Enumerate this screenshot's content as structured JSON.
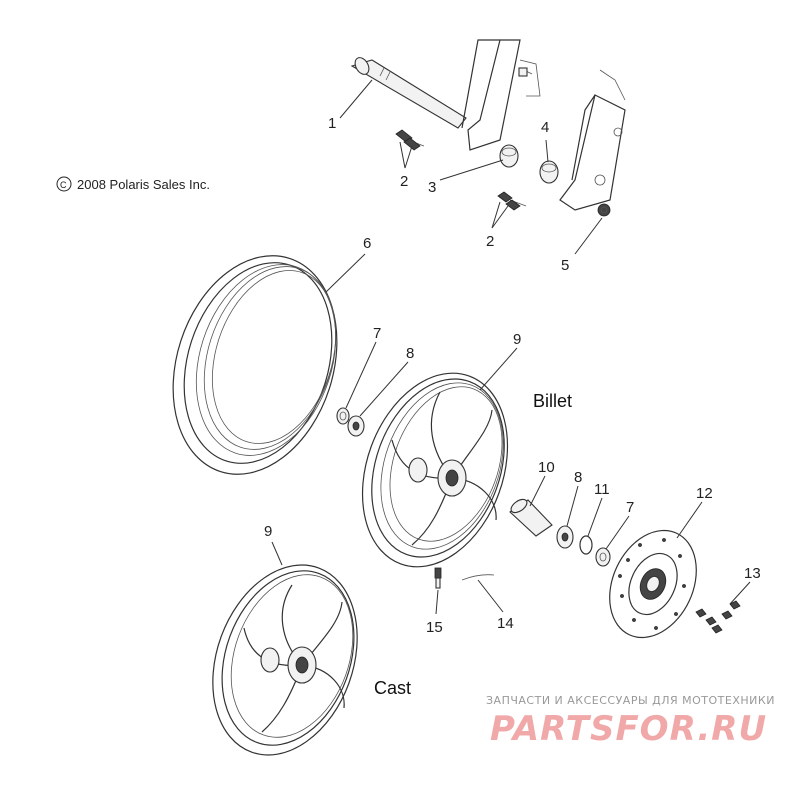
{
  "copyright": "2008 Polaris Sales Inc.",
  "copyright_symbol": "C",
  "variants": {
    "billet": "Billet",
    "cast": "Cast"
  },
  "callouts": [
    "1",
    "2",
    "3",
    "4",
    "2",
    "5",
    "6",
    "7",
    "8",
    "9",
    "10",
    "8",
    "11",
    "7",
    "12",
    "9",
    "13",
    "15",
    "14"
  ],
  "watermark": {
    "tagline": "ЗАПЧАСТИ И АКСЕССУАРЫ ДЛЯ МОТОТЕХНИКИ",
    "brand": "PARTSFOR.RU",
    "color_tagline": "#999999",
    "color_brand": "#f0a8a8"
  },
  "colors": {
    "line": "#333333",
    "background": "#ffffff"
  }
}
